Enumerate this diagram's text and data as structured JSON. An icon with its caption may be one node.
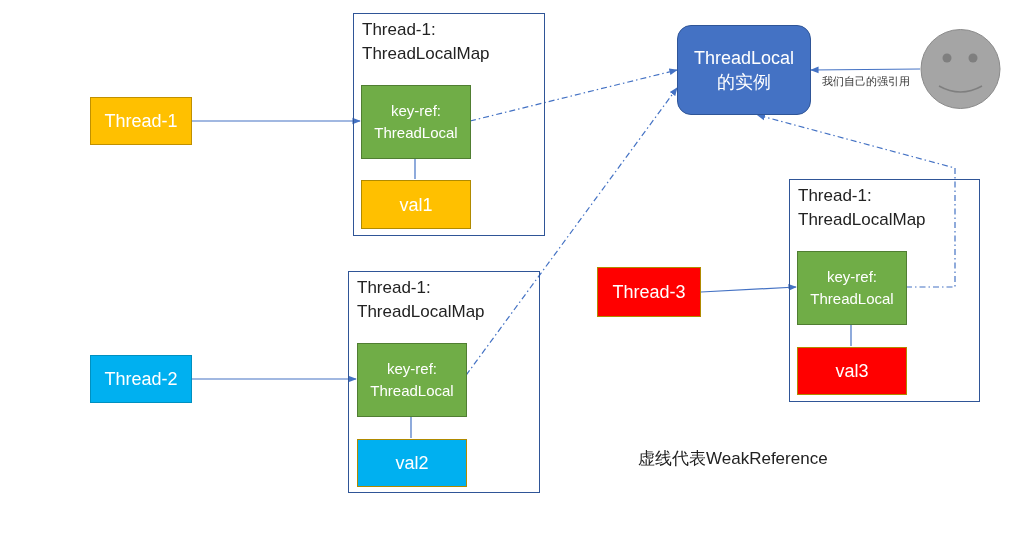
{
  "diagram": {
    "nodes": [
      {
        "text": [
          "Thread-1"
        ]
      },
      {
        "text": [
          "Thread-1: ThreadLocalMap"
        ]
      },
      {
        "text": [
          "key-ref: ThreadLocal"
        ],
        "in": 1
      },
      {
        "text": [
          "val1"
        ],
        "in": 1
      },
      {
        "text": [
          "Thread-2"
        ]
      },
      {
        "text": [
          "Thread-1: ThreadLocalMap"
        ]
      },
      {
        "text": [
          "key-ref: ThreadLocal"
        ],
        "in": 5
      },
      {
        "text": [
          "val2"
        ],
        "in": 5
      },
      {
        "text": [
          "ThreadLocal 的实例"
        ]
      },
      {
        "text": [],
        "shape": "circle"
      },
      {
        "text": [
          "Thread-3"
        ]
      },
      {
        "text": [
          "Thread-1: ThreadLocalMap"
        ]
      },
      {
        "text": [
          "key-ref: ThreadLocal"
        ],
        "in": 11
      },
      {
        "text": [
          "val3"
        ],
        "in": 11
      }
    ],
    "edges": [
      {
        "from": 0,
        "to": 2,
        "arrow": "to"
      },
      {
        "from": 4,
        "to": 6,
        "arrow": "to"
      },
      {
        "from": 10,
        "to": 12,
        "arrow": "to"
      },
      {
        "from": 2,
        "to": 8,
        "arrow": "to",
        "style": "dashed"
      },
      {
        "from": 6,
        "to": 8,
        "arrow": "to",
        "style": "dashed"
      },
      {
        "from": 12,
        "to": 8,
        "arrow": "to",
        "style": "dashed"
      },
      {
        "from": 9,
        "to": 8,
        "arrow": "to",
        "label": "我们自己的强引用"
      },
      {
        "from": 2,
        "to": 3,
        "arrow": "none"
      },
      {
        "from": 6,
        "to": 7,
        "arrow": "none"
      },
      {
        "from": 12,
        "to": 13,
        "arrow": "none"
      }
    ],
    "labels": [
      "虚线代表WeakReference"
    ]
  }
}
